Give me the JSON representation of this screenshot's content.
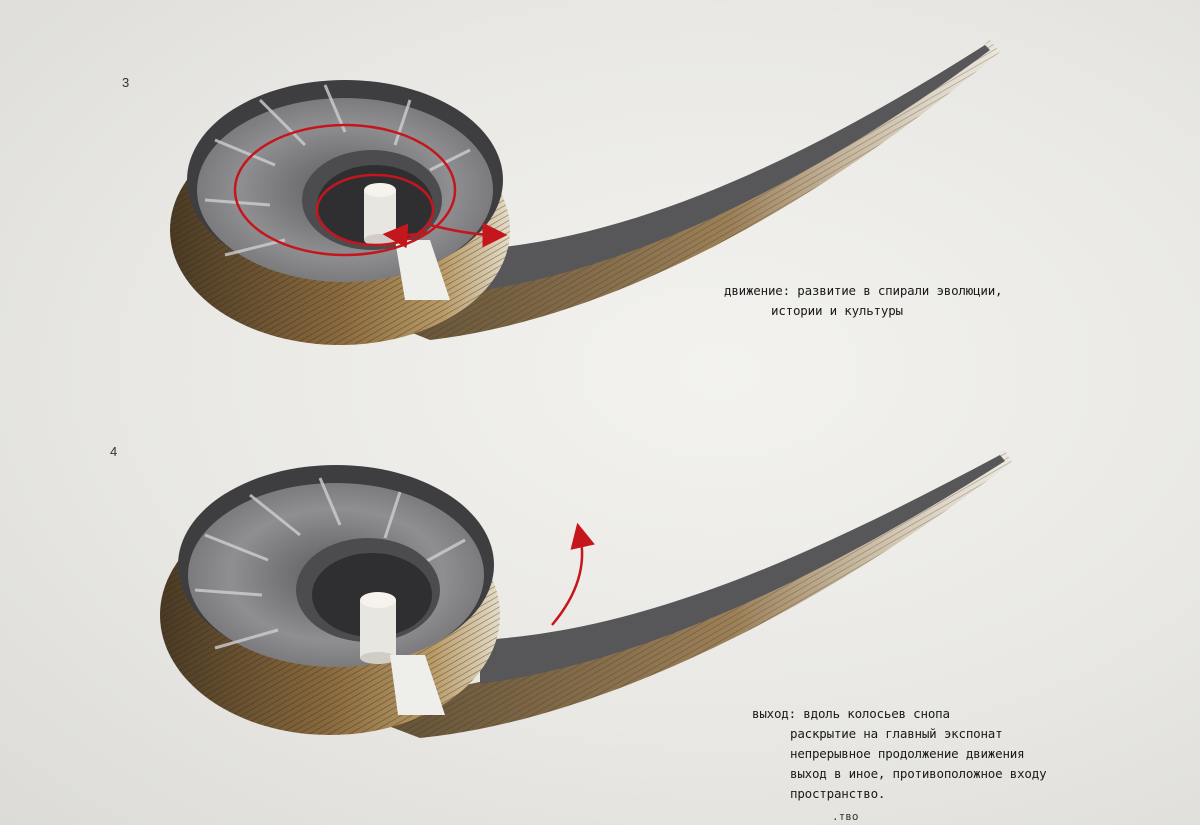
{
  "panels": [
    {
      "number": "3",
      "caption_key": "движение:",
      "caption_lines": [
        "развитие в спирали эволюции,",
        "истории и культуры"
      ]
    },
    {
      "number": "4",
      "caption_key": "выход:",
      "caption_lines": [
        "вдоль колосьев снопа",
        "раскрытие на главный экспонат",
        "непрерывное продолжение движения",
        "выход в иное, противоположное входу",
        "пространство."
      ]
    }
  ],
  "fragment_text": ".тво",
  "colors": {
    "arrow_red": "#c4161c",
    "wood": "#8a6a3e",
    "wall_dark": "#3f3f41",
    "floor_gray": "#8e8e90"
  }
}
